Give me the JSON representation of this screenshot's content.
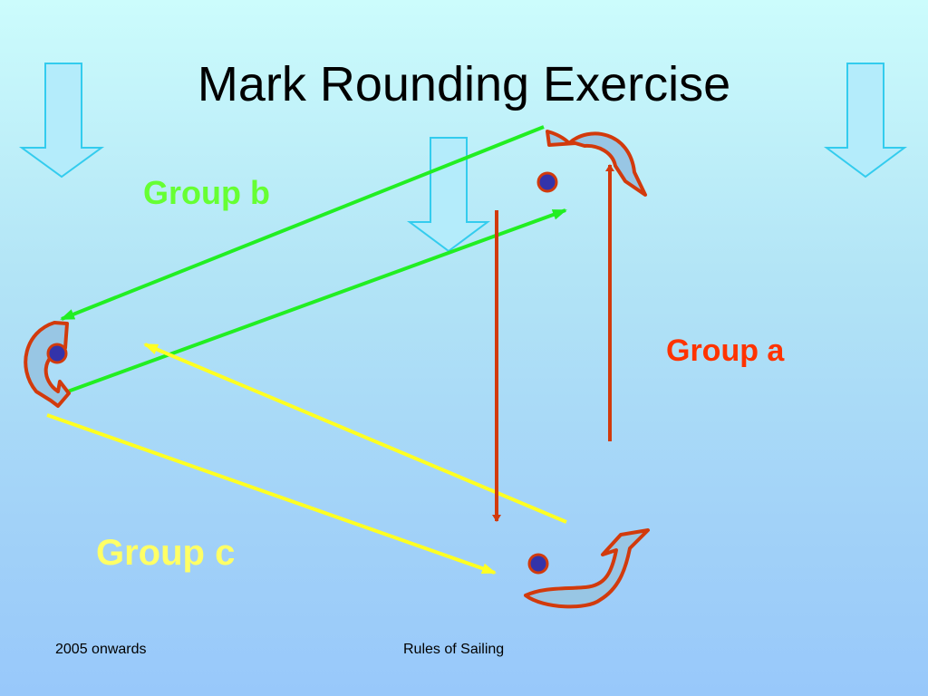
{
  "slide": {
    "title": "Mark Rounding Exercise",
    "footer_left": "2005 onwards",
    "footer_center": "Rules of Sailing"
  },
  "groups": [
    {
      "id": "a",
      "label": "Group a",
      "color": "#ff3300"
    },
    {
      "id": "b",
      "label": "Group b",
      "color": "#66ff33"
    },
    {
      "id": "c",
      "label": "Group c",
      "color": "#ffff66"
    }
  ],
  "colors": {
    "wind_arrow_fill": "#b4ecfb",
    "wind_arrow_stroke": "#33ccee",
    "mark_fill": "#3333aa",
    "mark_stroke": "#d23a0c",
    "rounding_arrow_fill": "#98c6e4",
    "rounding_arrow_stroke": "#d23a0c",
    "group_a_line": "#d23a0c",
    "group_b_line": "#22ee22",
    "group_c_line": "#ffff22"
  }
}
